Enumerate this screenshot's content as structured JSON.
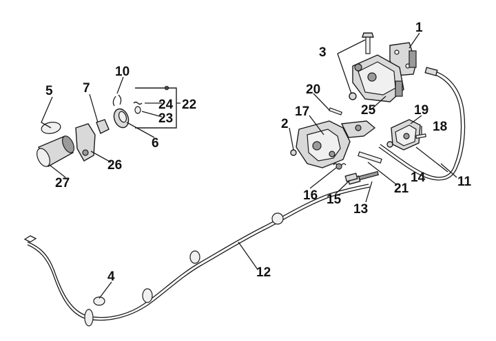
{
  "diagram": {
    "callouts": {
      "c1": "1",
      "c2": "2",
      "c3": "3",
      "c4": "4",
      "c5": "5",
      "c6": "6",
      "c7": "7",
      "c10": "10",
      "c11": "11",
      "c12": "12",
      "c13": "13",
      "c14": "14",
      "c15": "15",
      "c16": "16",
      "c17": "17",
      "c18": "18",
      "c19": "19",
      "c20": "20",
      "c21": "21",
      "c22": "22",
      "c23": "23",
      "c24": "24",
      "c25": "25",
      "c26": "26",
      "c27": "27"
    }
  }
}
